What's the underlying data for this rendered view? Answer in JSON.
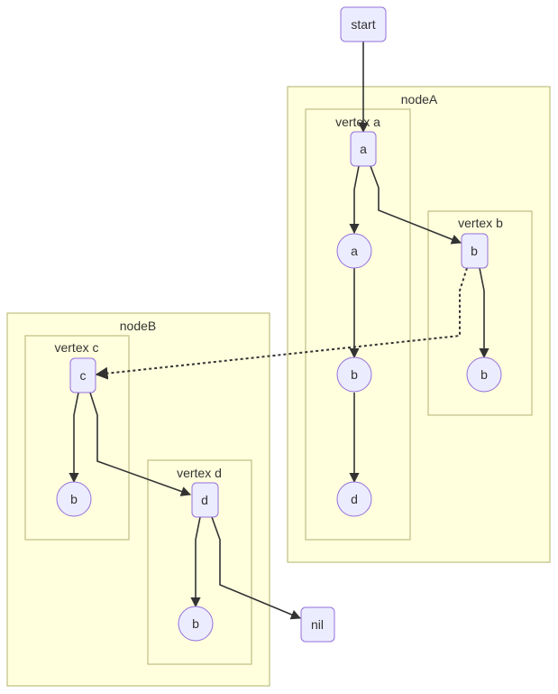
{
  "diagram": {
    "type": "flowchart",
    "colors": {
      "cluster_fill": "#ffffde",
      "cluster_stroke": "#c3c38a",
      "node_fill": "#ececff",
      "node_stroke": "#9370db",
      "edge": "#333333",
      "text": "#333333"
    },
    "clusters": {
      "nodeA": "nodeA",
      "nodeB": "nodeB",
      "vertex_a": "vertex a",
      "vertex_b": "vertex b",
      "vertex_c": "vertex c",
      "vertex_d": "vertex d"
    },
    "nodes": {
      "start": "start",
      "a_rect": "a",
      "a_circle": "a",
      "a_b_circle": "b",
      "a_d_circle": "d",
      "b_rect": "b",
      "b_b_circle": "b",
      "c_rect": "c",
      "c_b_circle": "b",
      "d_rect": "d",
      "d_b_circle": "b",
      "nil": "nil"
    },
    "edges": [
      {
        "from": "start",
        "to": "a_rect",
        "style": "solid"
      },
      {
        "from": "a_rect",
        "to": "a_circle",
        "style": "solid"
      },
      {
        "from": "a_rect",
        "to": "b_rect",
        "style": "solid"
      },
      {
        "from": "a_circle",
        "to": "a_b_circle",
        "style": "solid"
      },
      {
        "from": "a_b_circle",
        "to": "a_d_circle",
        "style": "solid"
      },
      {
        "from": "b_rect",
        "to": "b_b_circle",
        "style": "solid"
      },
      {
        "from": "b_rect",
        "to": "c_rect",
        "style": "dotted"
      },
      {
        "from": "c_rect",
        "to": "c_b_circle",
        "style": "solid"
      },
      {
        "from": "c_rect",
        "to": "d_rect",
        "style": "solid"
      },
      {
        "from": "d_rect",
        "to": "d_b_circle",
        "style": "solid"
      },
      {
        "from": "d_rect",
        "to": "nil",
        "style": "solid"
      }
    ]
  }
}
